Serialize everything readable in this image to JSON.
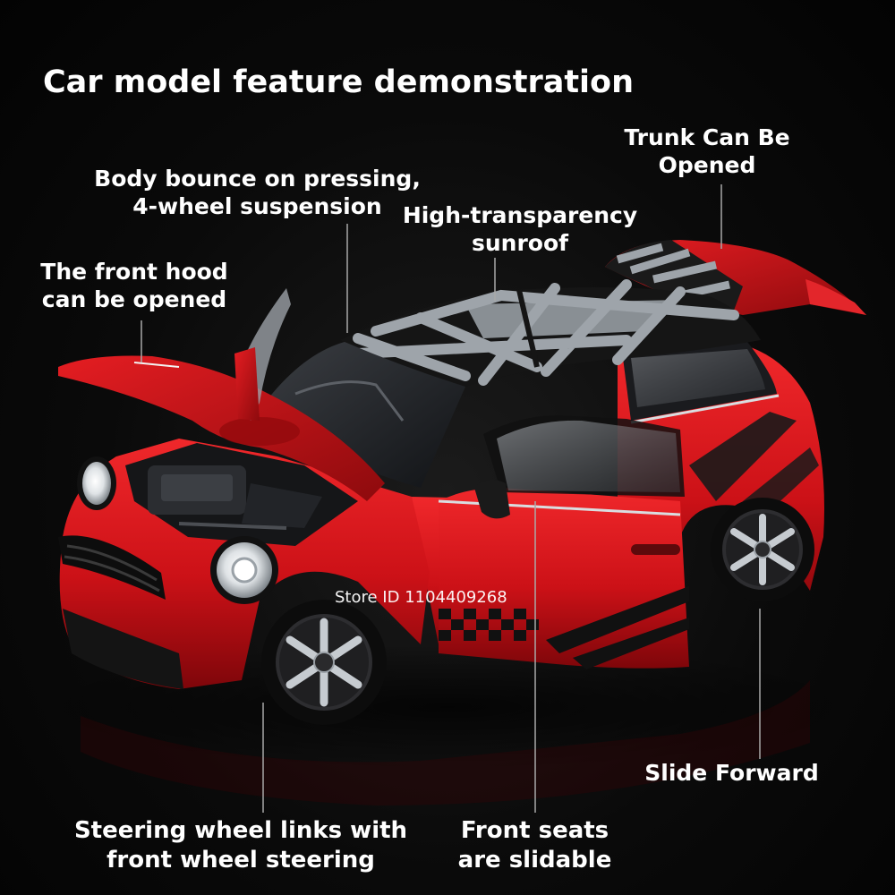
{
  "title": "Car model feature demonstration",
  "watermark": "Store ID 1104409268",
  "labels": {
    "trunk": [
      "Trunk Can Be",
      "Opened"
    ],
    "suspension": [
      "Body bounce on pressing,",
      "4-wheel suspension"
    ],
    "sunroof": [
      "High-transparency",
      "sunroof"
    ],
    "hood": [
      "The front hood",
      "can be opened"
    ],
    "slide": [
      "Slide Forward"
    ],
    "steering": [
      "Steering wheel links with",
      "front wheel steering"
    ],
    "seats": [
      "Front seats",
      "are slidable"
    ]
  },
  "colors": {
    "body_red": "#d8141a",
    "roof_black": "#151515",
    "roof_stripe": "#9ea4aa",
    "background": "#0a0a0a"
  }
}
